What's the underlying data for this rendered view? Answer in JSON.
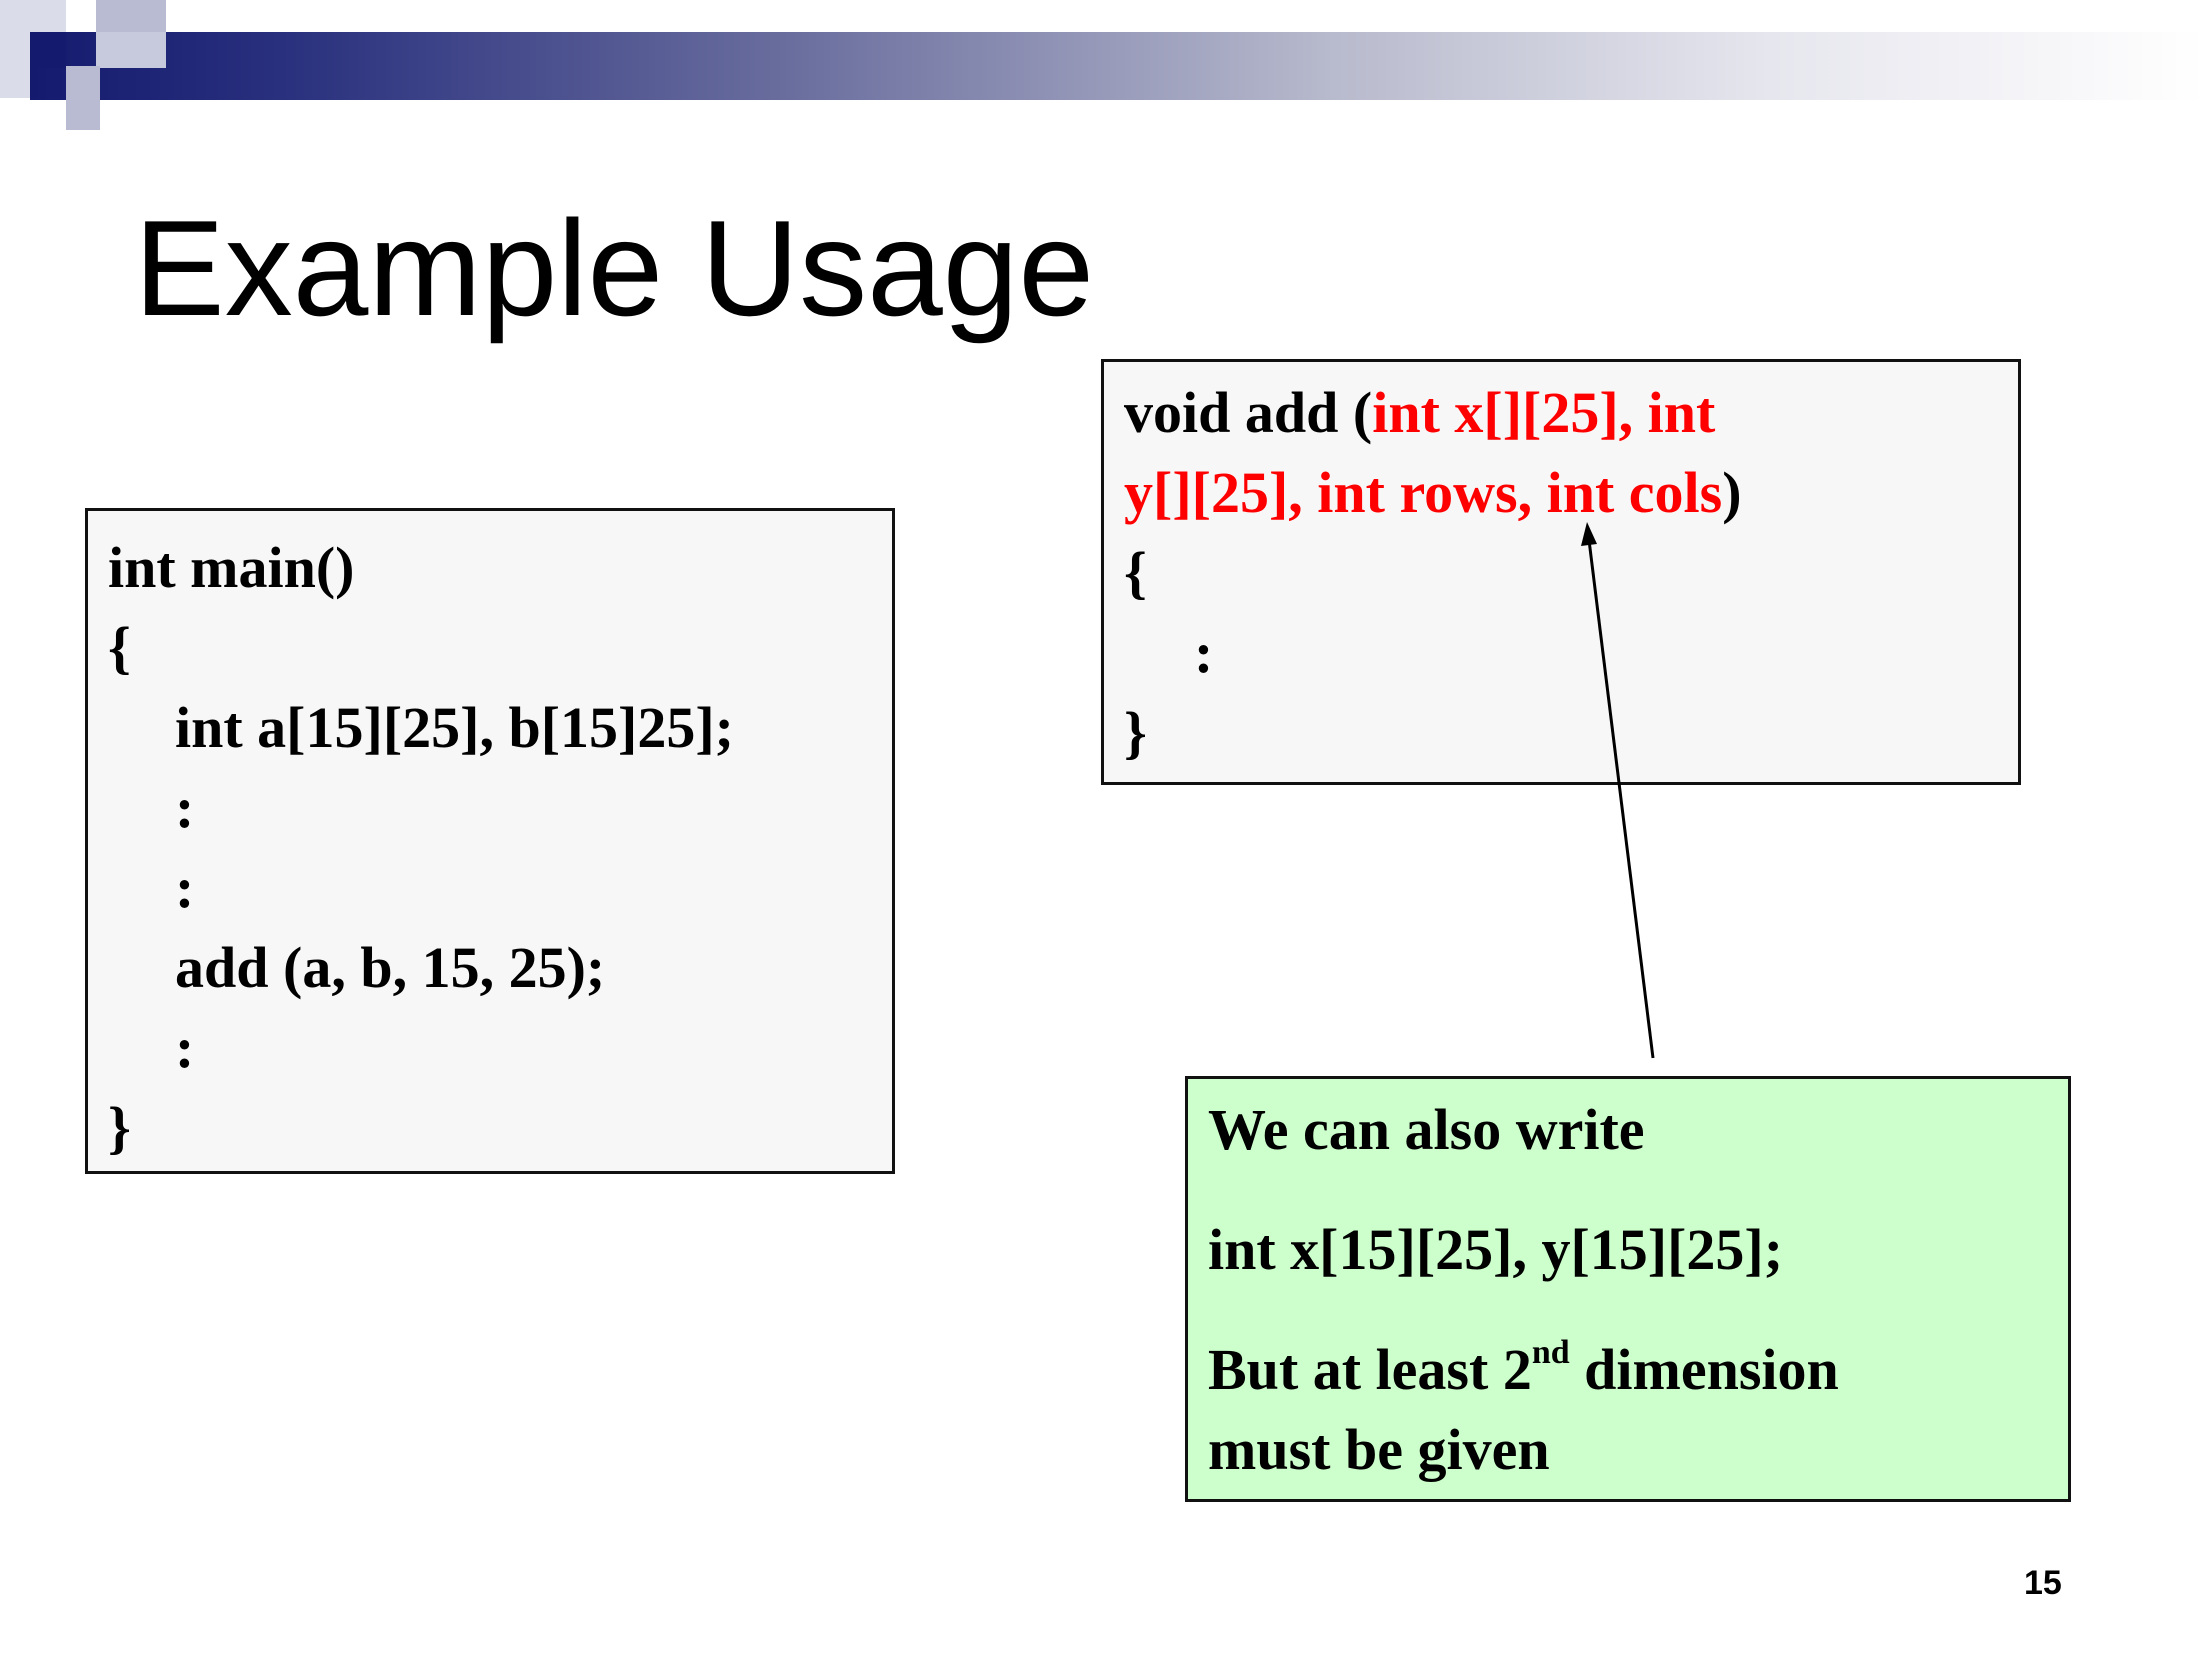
{
  "slide": {
    "title": "Example Usage",
    "page_number": "15"
  },
  "main_box": {
    "lines": [
      "int main()",
      "{",
      "int  a[15][25],  b[15]25];",
      ":",
      ":",
      "add (a, b, 15, 25);",
      ":",
      "}"
    ]
  },
  "void_box": {
    "line1_black": "void  add (",
    "line1_red": "int x[][25], int",
    "line2_red": "y[][25], int rows, int cols",
    "line2_black": ")",
    "line3": "{",
    "line4": ":",
    "line5": "}"
  },
  "note_box": {
    "line1": "We can also write",
    "line2": "int  x[15][25], y[15][25];",
    "line3_pre": "But at least 2",
    "line3_sup": "nd",
    "line3_post": " dimension",
    "line4": "must be given"
  },
  "colors": {
    "highlight": "#ff0000",
    "note_background": "#ccffcc",
    "code_background": "#f7f7f7",
    "header_dark": "#141a6e"
  }
}
